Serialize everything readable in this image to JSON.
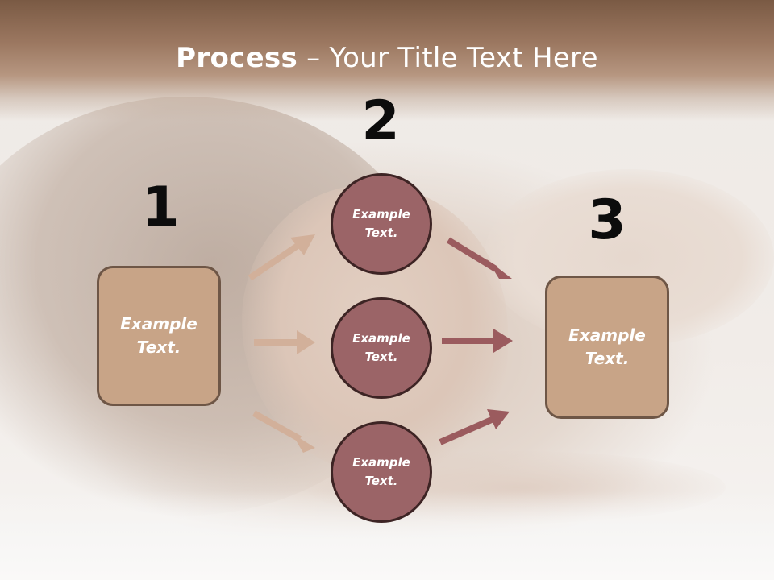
{
  "slide": {
    "title_bold": "Process",
    "title_rest": " – Your Title Text Here"
  },
  "steps": [
    {
      "number": "1",
      "node": {
        "line1": "Example",
        "line2": "Text."
      }
    },
    {
      "number": "2",
      "nodes": [
        {
          "line1": "Example",
          "line2": "Text."
        },
        {
          "line1": "Example",
          "line2": "Text."
        },
        {
          "line1": "Example",
          "line2": "Text."
        }
      ]
    },
    {
      "number": "3",
      "node": {
        "line1": "Example",
        "line2": "Text."
      }
    }
  ],
  "colors": {
    "header_brown": "#7a5a44",
    "box_fill": "#c8a487",
    "box_border": "#6e5646",
    "circle_fill": "#9b6467",
    "circle_border": "#3d2424",
    "arrow_in": "#c8a487",
    "arrow_out": "#98585b"
  }
}
